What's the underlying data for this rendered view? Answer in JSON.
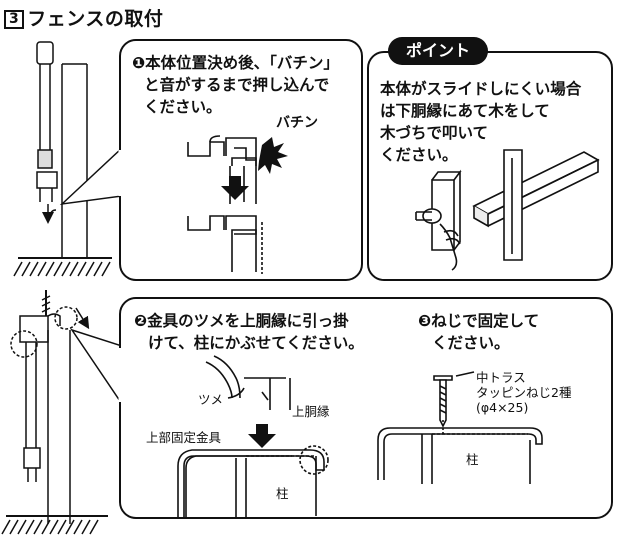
{
  "header": {
    "step_number": "3",
    "title": "フェンスの取付"
  },
  "step1": {
    "instruction_lines": [
      "❶本体位置決め後、「バチン」",
      "と音がするまで押し込んで",
      "ください。"
    ],
    "sound_label": "バチン"
  },
  "point": {
    "badge_label": "ポイント",
    "text_lines": [
      "本体がスライドしにくい場合",
      "は下胴縁にあて木をして",
      "木づちで叩いて",
      "ください。"
    ]
  },
  "step2": {
    "instruction_lines": [
      "❷金具のツメを上胴縁に引っ掛",
      "けて、柱にかぶせてください。"
    ],
    "claw_label": "ツメ",
    "upper_rail_label": "上胴縁",
    "bracket_label": "上部固定金具",
    "post_label": "柱"
  },
  "step3": {
    "instruction_lines": [
      "❸ねじで固定して",
      "ください。"
    ],
    "screw_label_lines": [
      "中トラス",
      "タッピンねじ2種",
      "(φ4×25)"
    ],
    "post_label": "柱"
  },
  "colors": {
    "ink": "#111111",
    "paper": "#ffffff",
    "shade": "#bbbbbb"
  }
}
